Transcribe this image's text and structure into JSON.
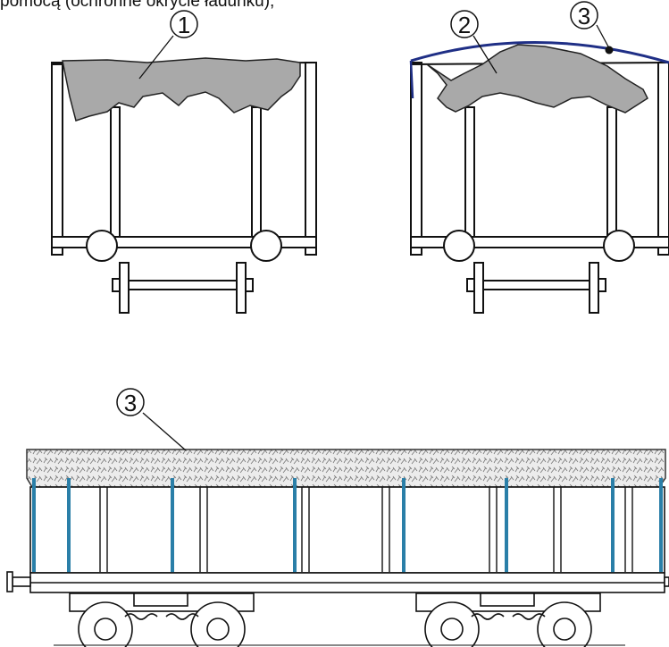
{
  "caption": "pomocą (ochronne okrycie ładunku);",
  "callouts": {
    "one": "1",
    "two": "2",
    "three_top": "3",
    "three_bottom": "3"
  },
  "colors": {
    "line": "#111111",
    "cargo": "#a9a9a9",
    "cover": "#1f2f86",
    "stanchion": "#2a7fa8",
    "tarpaulin_fill": "#e6e6e6"
  }
}
